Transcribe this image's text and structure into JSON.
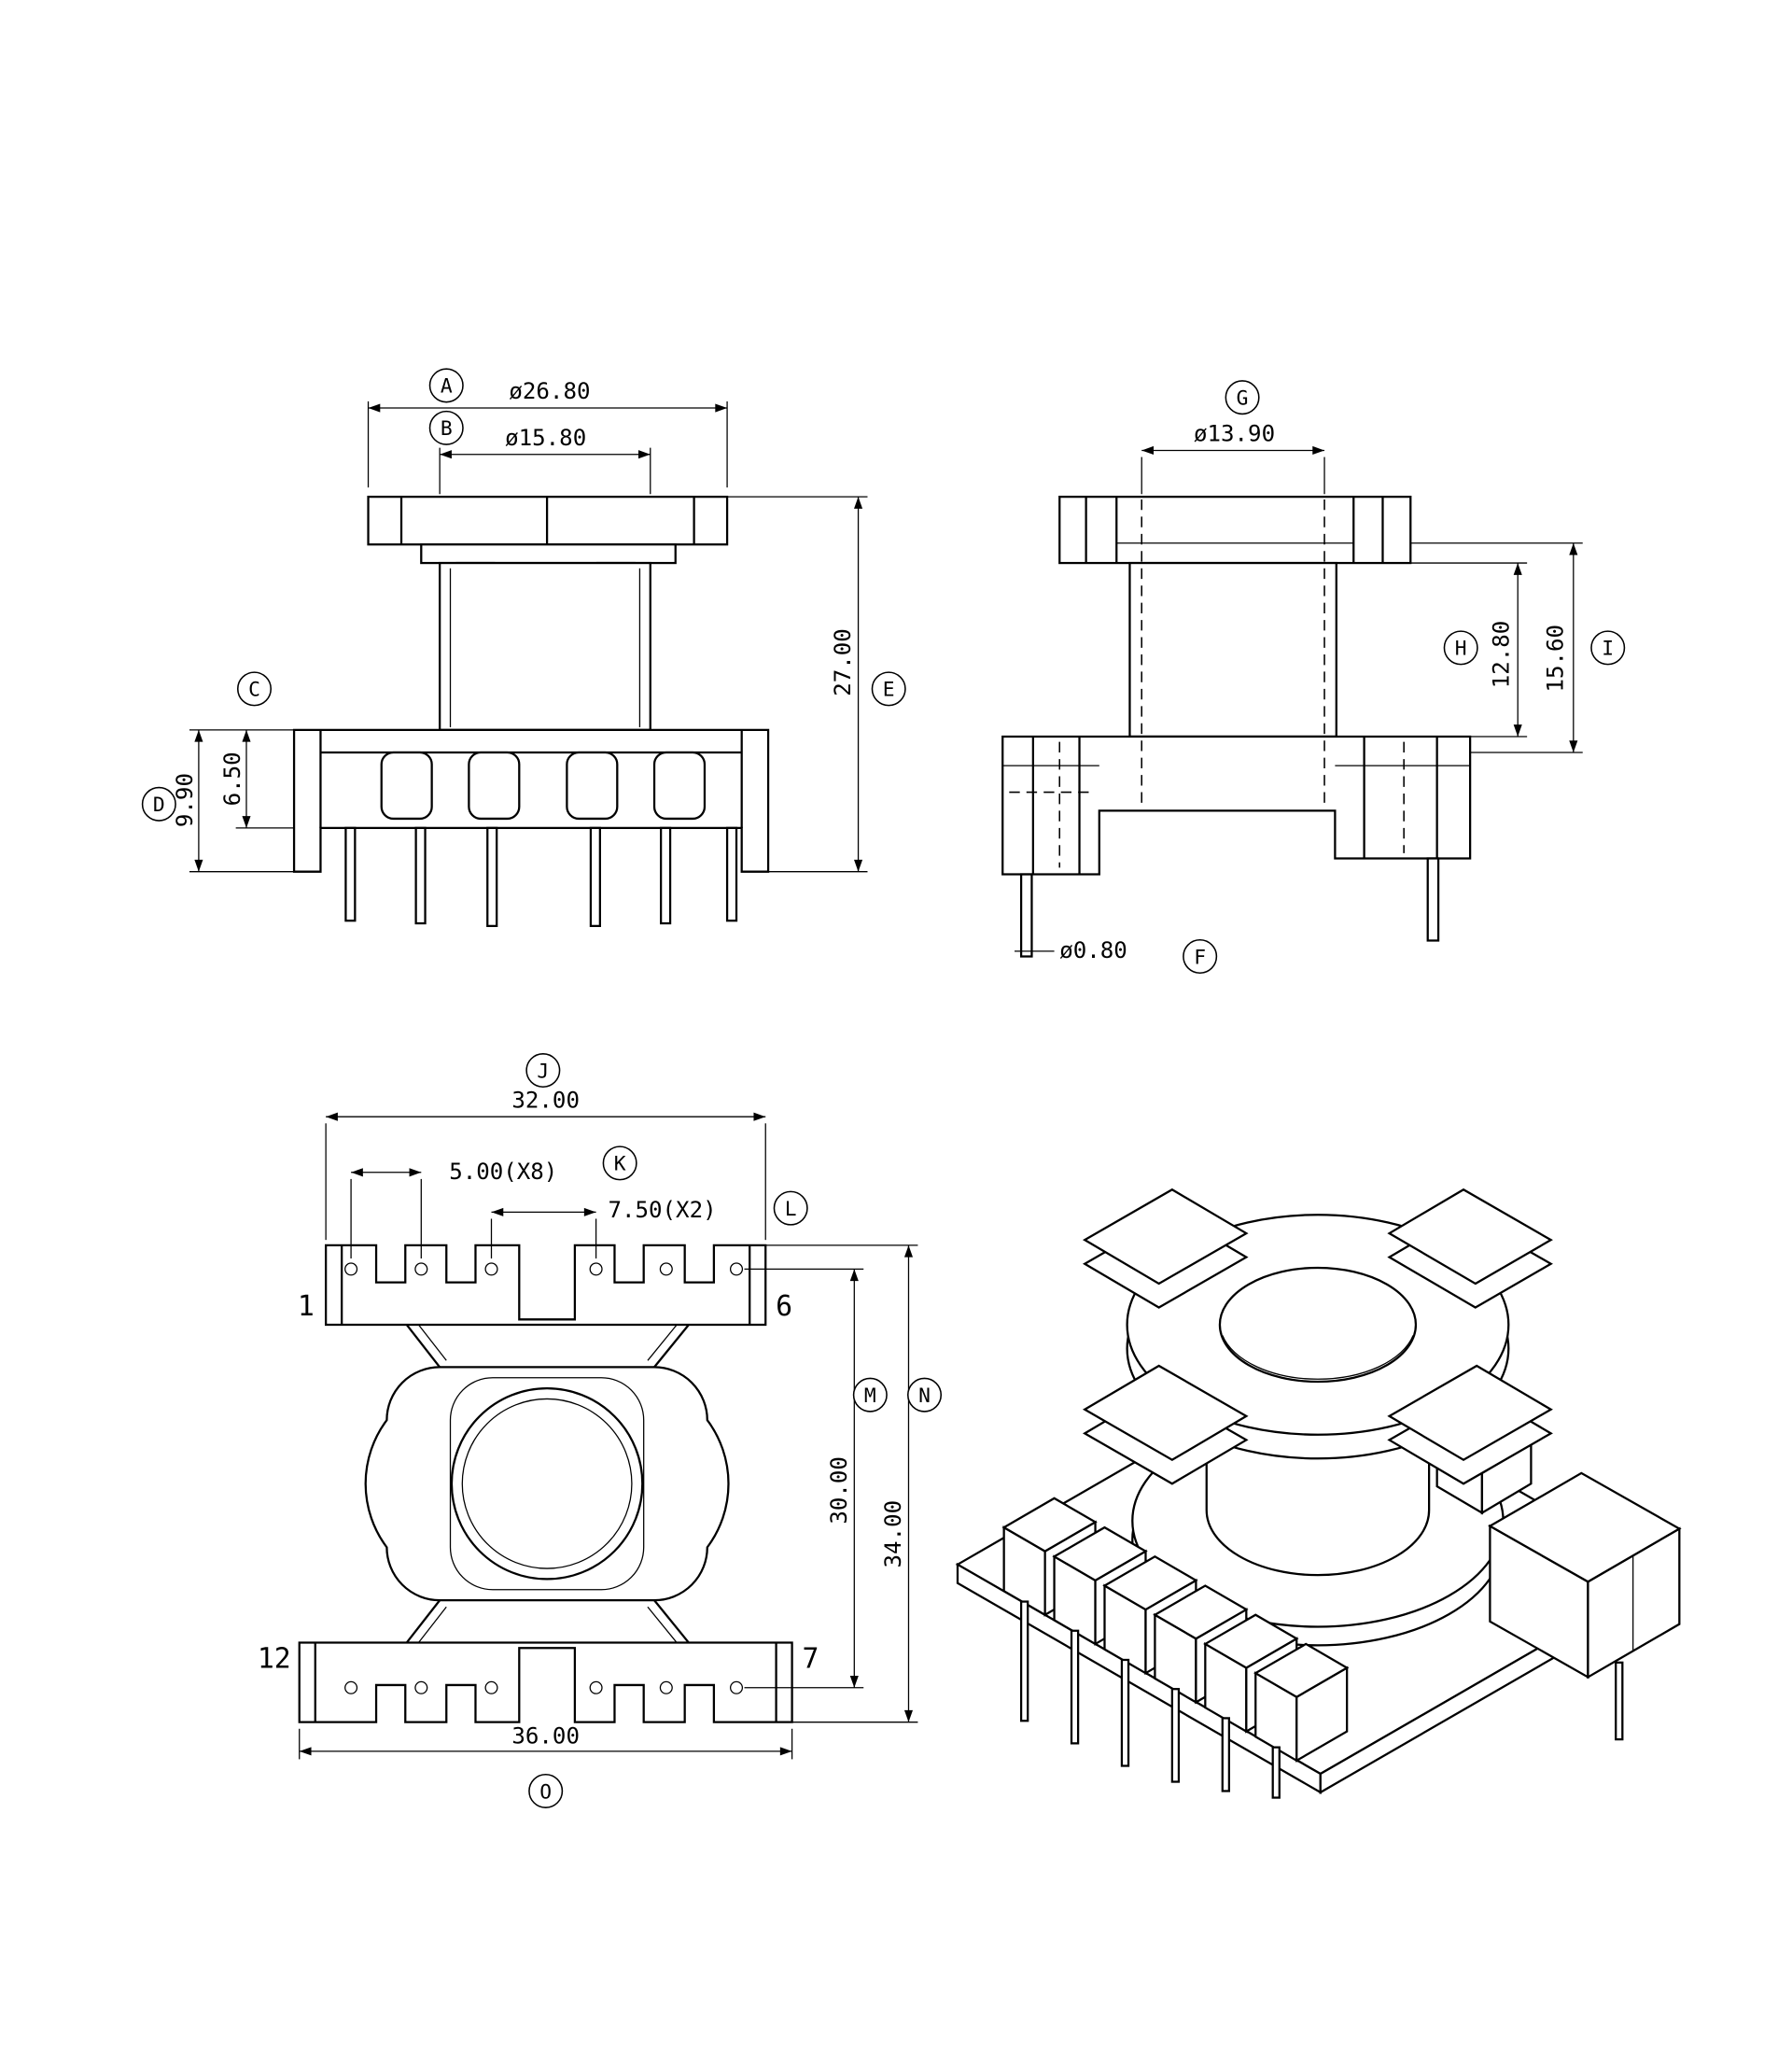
{
  "balloons": {
    "a": "A",
    "b": "B",
    "c": "C",
    "d": "D",
    "e": "E",
    "f": "F",
    "g": "G",
    "h": "H",
    "i": "I",
    "j": "J",
    "k": "K",
    "l": "L",
    "m": "M",
    "n": "N",
    "o": "O"
  },
  "front": {
    "flange_od": "ø26.80",
    "tube_od": "ø15.80",
    "total_height": "27.00",
    "base_height": "9.90",
    "seat_height": "6.50"
  },
  "side": {
    "bore_id": "ø13.90",
    "winding_height": "12.80",
    "inner_height": "15.60",
    "pin_dia": "ø0.80"
  },
  "plan": {
    "top_width": "32.00",
    "pin_pitch": "5.00(X8)",
    "center_pitch": "7.50(X2)",
    "row_pitch": "30.00",
    "overall_depth": "34.00",
    "bottom_width": "36.00",
    "pin1": "1",
    "pin6": "6",
    "pin7": "7",
    "pin12": "12"
  }
}
